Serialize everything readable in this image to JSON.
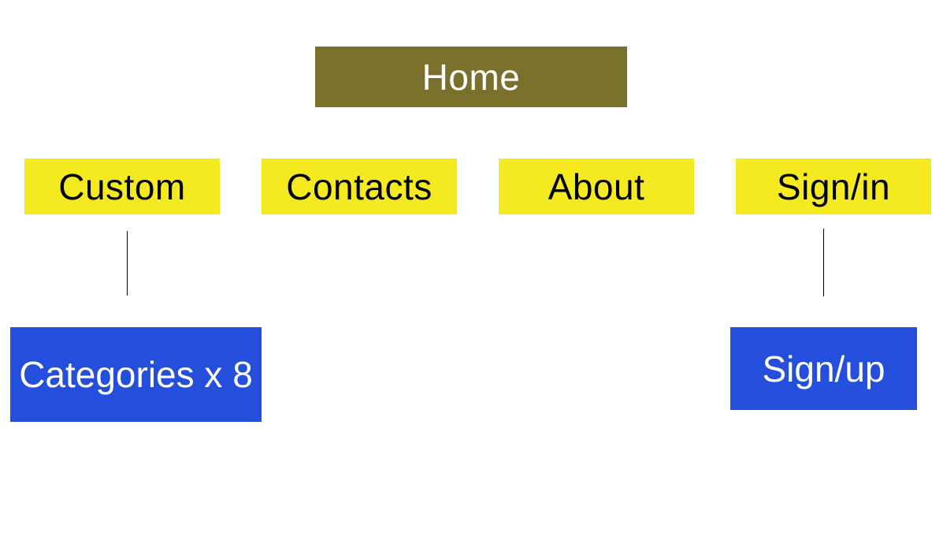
{
  "colors": {
    "home_bg": "#7a6f2b",
    "home_text": "#ffffff",
    "level1_bg": "#f4ea1f",
    "level1_text": "#000000",
    "level2_bg": "#244fdd",
    "level2_text": "#ffffff",
    "connector": "#000000"
  },
  "root": {
    "label": "Home"
  },
  "pages": [
    {
      "label": "Custom"
    },
    {
      "label": "Contacts"
    },
    {
      "label": "About"
    },
    {
      "label": "Sign/in"
    }
  ],
  "subpages": {
    "custom": {
      "label": "Categories x 8"
    },
    "signin": {
      "label": "Sign/up"
    }
  }
}
